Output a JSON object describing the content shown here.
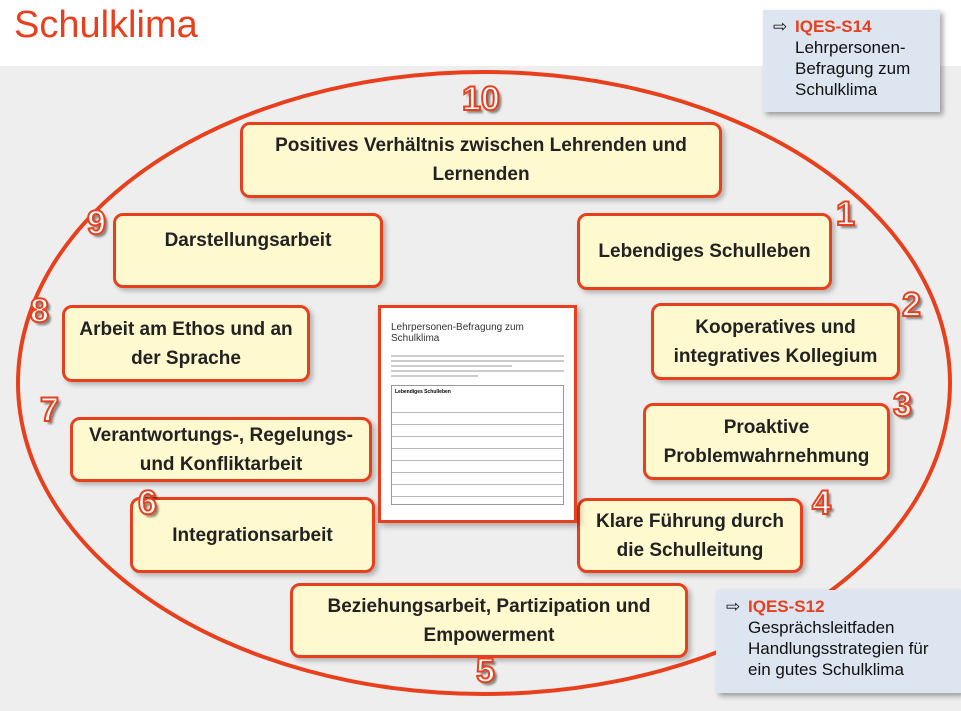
{
  "title": "Schulklima",
  "items": [
    {
      "num": "10",
      "label": "Positives Verhältnis zwischen Lehrenden und Lernenden"
    },
    {
      "num": "1",
      "label": "Lebendiges Schulleben"
    },
    {
      "num": "2",
      "label": "Kooperatives und integratives Kollegium"
    },
    {
      "num": "3",
      "label": "Proaktive Problemwahrnehmung"
    },
    {
      "num": "4",
      "label": "Klare Führung durch die Schulleitung"
    },
    {
      "num": "5",
      "label": "Beziehungsarbeit, Partizipation und Empowerment"
    },
    {
      "num": "6",
      "label": "Integrationsarbeit"
    },
    {
      "num": "7",
      "label": "Verantwortungs-, Regelungs- und Konfliktarbeit"
    },
    {
      "num": "8",
      "label": "Arbeit am Ethos und an der Sprache"
    },
    {
      "num": "9",
      "label": "Darstellungsarbeit"
    }
  ],
  "document": {
    "title": "Lehrpersonen-Befragung zum Schulklima",
    "table_header": "Lebendiges Schulleben"
  },
  "callouts": [
    {
      "arrow": "⇨",
      "code": "IQES-S14",
      "text": "Lehrpersonen-Befragung zum Schulklima"
    },
    {
      "arrow": "⇨",
      "code": "IQES-S12",
      "text": "Gesprächsleitfaden Handlungsstrategien für ein gutes Schulklima"
    }
  ]
}
